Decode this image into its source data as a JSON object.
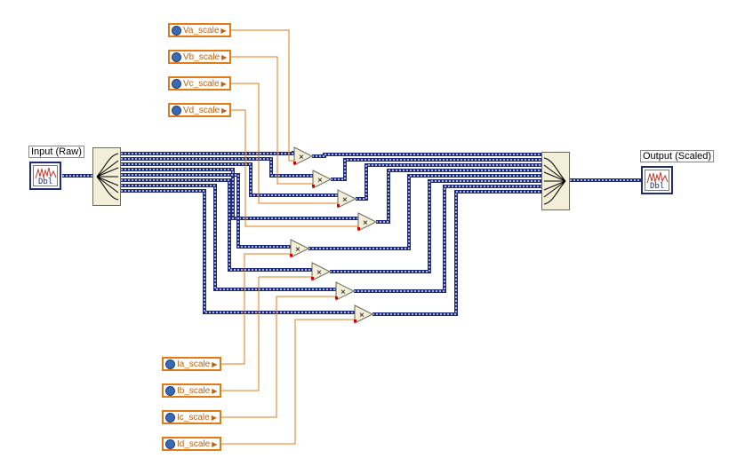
{
  "input_terminal": {
    "label": "Input (Raw)",
    "type_icon": "waveform-dbl"
  },
  "output_terminal": {
    "label": "Output (Scaled)",
    "type_icon": "waveform-dbl"
  },
  "voltage_scales": [
    "Va_scale",
    "Vb_scale",
    "Vc_scale",
    "Vd_scale"
  ],
  "current_scales": [
    "Ia_scale",
    "Ib_scale",
    "Ic_scale",
    "Id_scale"
  ],
  "multiply_symbol": "×",
  "colors": {
    "waveform_wire": "#1d2b7a",
    "scalar_wire": "#e07b17",
    "node_fill": "#f3eed7"
  }
}
